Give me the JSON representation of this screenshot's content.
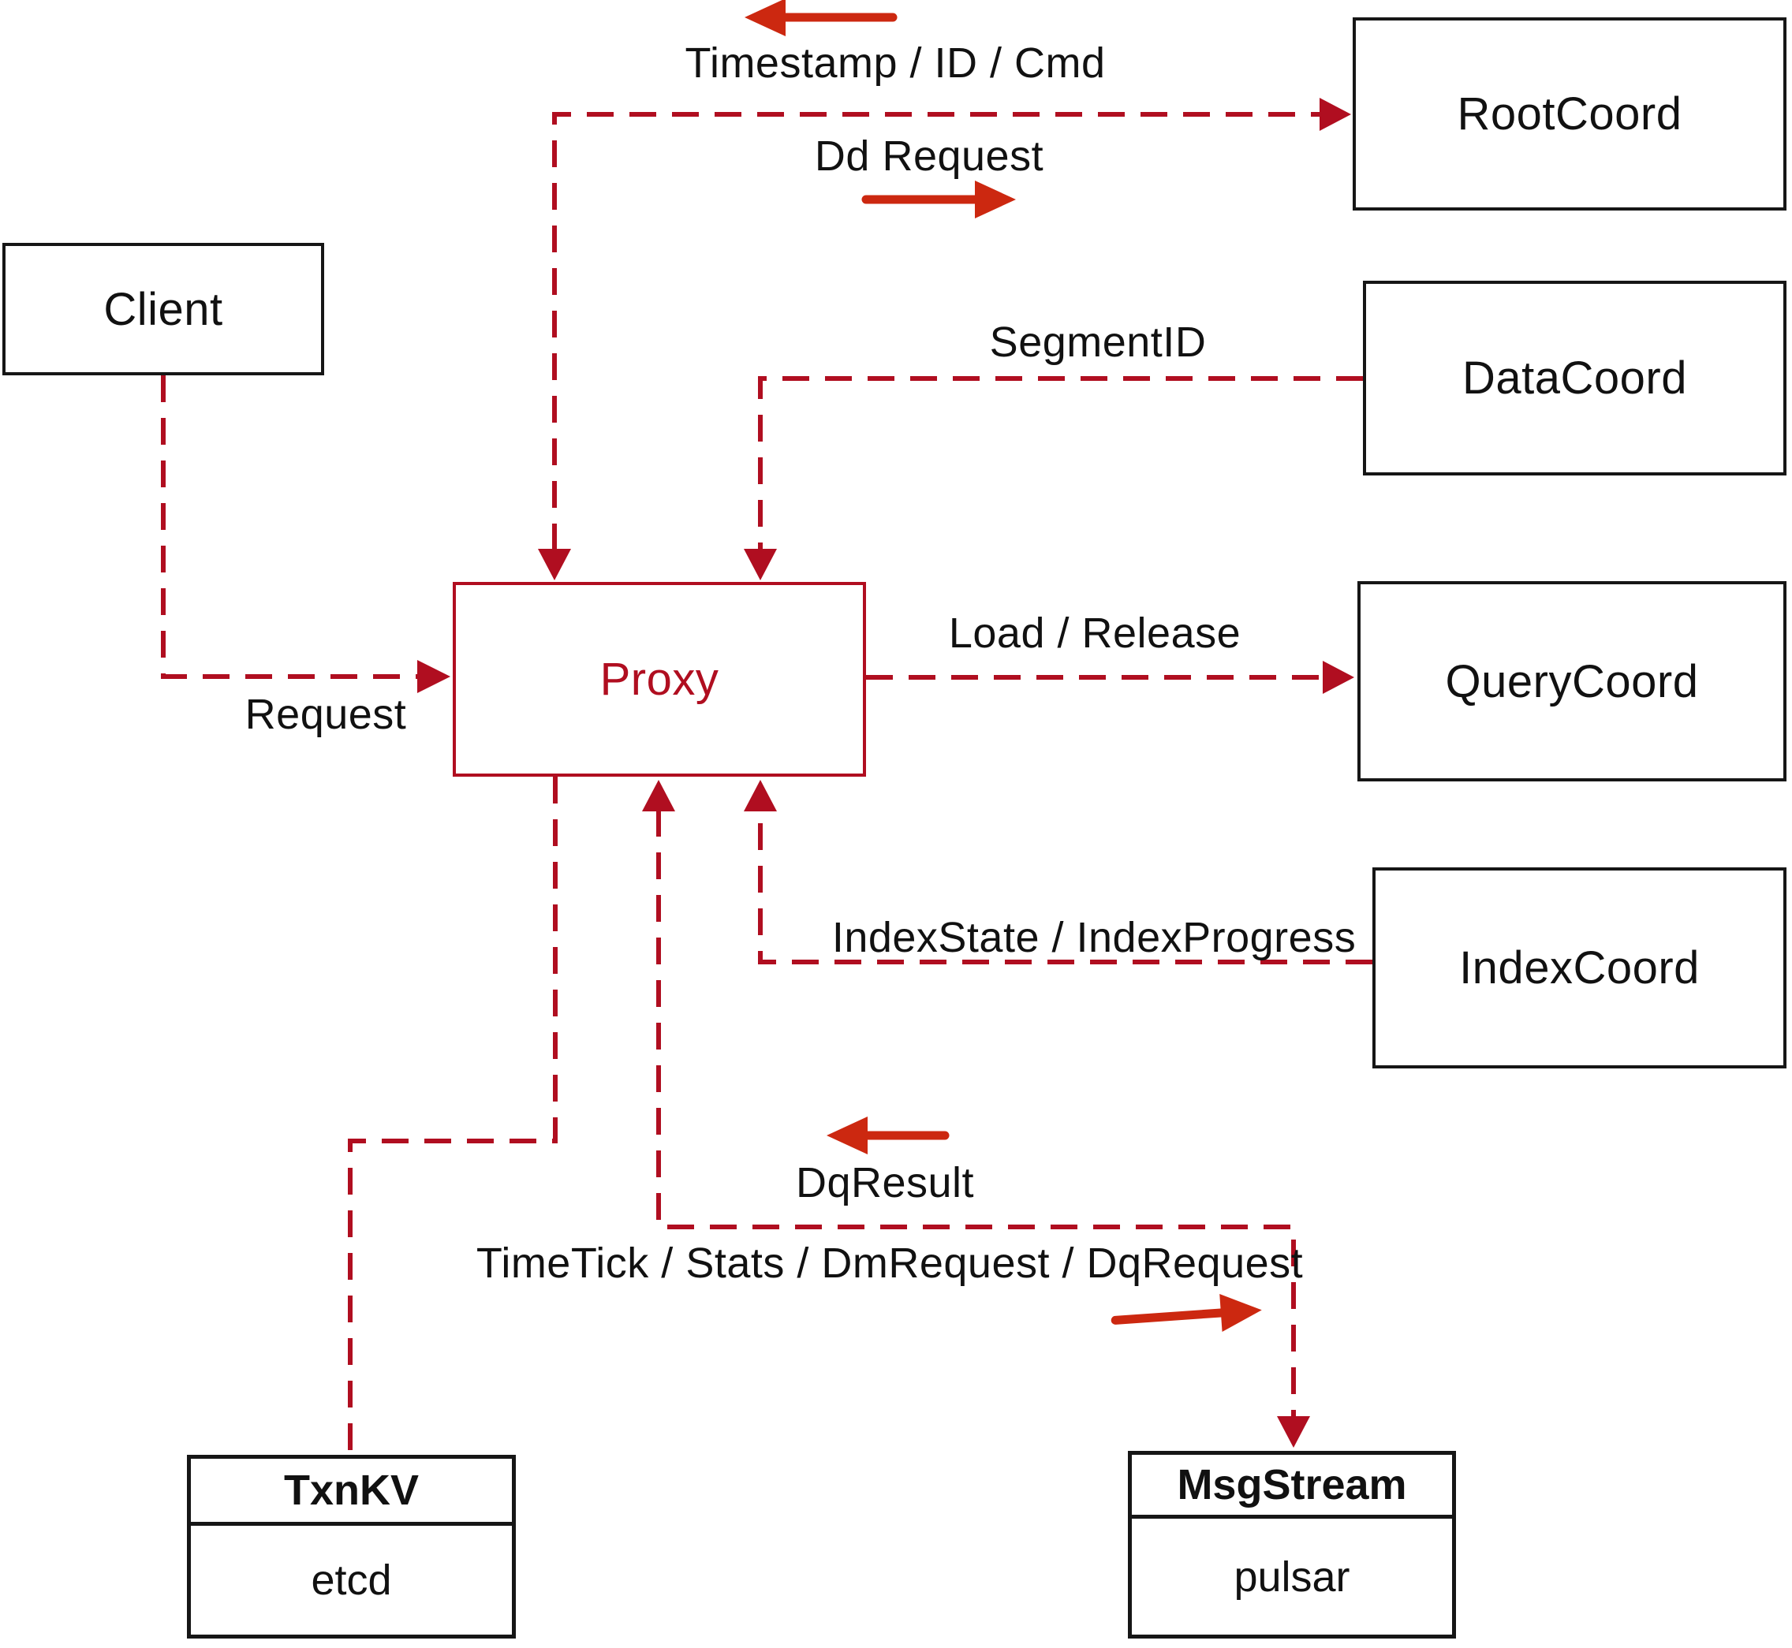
{
  "diagram": {
    "nodes": {
      "client": {
        "label": "Client"
      },
      "proxy": {
        "label": "Proxy"
      },
      "root_coord": {
        "label": "RootCoord"
      },
      "data_coord": {
        "label": "DataCoord"
      },
      "query_coord": {
        "label": "QueryCoord"
      },
      "index_coord": {
        "label": "IndexCoord"
      },
      "txn_kv": {
        "title": "TxnKV",
        "subtitle": "etcd"
      },
      "msg_stream": {
        "title": "MsgStream",
        "subtitle": "pulsar"
      }
    },
    "edge_labels": {
      "timestamp": "Timestamp / ID / Cmd",
      "dd_request": "Dd Request",
      "segment_id": "SegmentID",
      "load_release": "Load / Release",
      "request": "Request",
      "index_state": "IndexState / IndexProgress",
      "dq_result": "DqResult",
      "timetick": "TimeTick / Stats / DmRequest / DqRequest"
    },
    "colors": {
      "line": "#b00e20",
      "arrow": "#cc2810",
      "ink": "#111111",
      "box_border": "#161616"
    }
  }
}
